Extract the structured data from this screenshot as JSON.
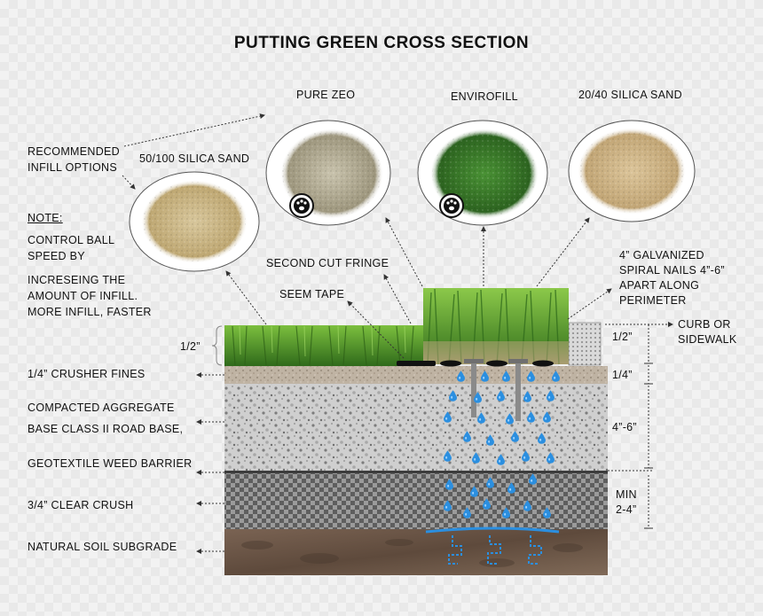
{
  "title": "PUTTING GREEN CROSS SECTION",
  "infill": {
    "heading_line1": "RECOMMENDED",
    "heading_line2": "INFILL OPTIONS",
    "options": [
      "50/100 SILICA SAND",
      "PURE ZEO",
      "ENVIROFILL",
      "20/40 SILICA SAND"
    ]
  },
  "note": {
    "heading": "NOTE:",
    "lines": [
      "CONTROL BALL",
      "SPEED BY",
      "INCRESEING THE",
      "AMOUNT OF INFILL.",
      "MORE INFILL, FASTER"
    ]
  },
  "labels": {
    "second_cut_fringe": "SECOND CUT FRINGE",
    "seem_tape": "SEEM TAPE",
    "nails_line1": "4” GALVANIZED",
    "nails_line2": "SPIRAL NAILS 4”-6”",
    "nails_line3": "APART ALONG",
    "nails_line4": "PERIMETER",
    "curb_line1": "CURB OR",
    "curb_line2": "SIDEWALK"
  },
  "layers": {
    "crusher_fines": "1/4” CRUSHER FINES",
    "aggregate_line1": "COMPACTED AGGREGATE",
    "aggregate_line2": "BASE CLASS II ROAD BASE,",
    "geotextile": "GEOTEXTILE WEED BARRIER",
    "clear_crush": "3/4” CLEAR CRUSH",
    "subgrade": "NATURAL SOIL SUBGRADE"
  },
  "dimensions": {
    "turf_left": "1/2”",
    "turf_right": "1/2”",
    "fines": "1/4”",
    "base": "4”-6”",
    "crush_line1": "MIN",
    "crush_line2": "2-4”"
  },
  "colors": {
    "turf": "#4f8f2a",
    "fringe": "#6da83a",
    "crusher_fines": "#b8aa98",
    "aggregate": "#c9c9c9",
    "clear_crush": "#8a8a8a",
    "subgrade": "#6b5646",
    "water": "#2b8fe0",
    "silica_fine": "#cdb98a",
    "zeo": "#b9b39e",
    "envirofill": "#3f7f2e",
    "silica_coarse": "#d2bc8e"
  },
  "icons": [
    "arrow-icon",
    "water-drop-icon",
    "paw-logo-icon",
    "spiral-nail-icon"
  ]
}
